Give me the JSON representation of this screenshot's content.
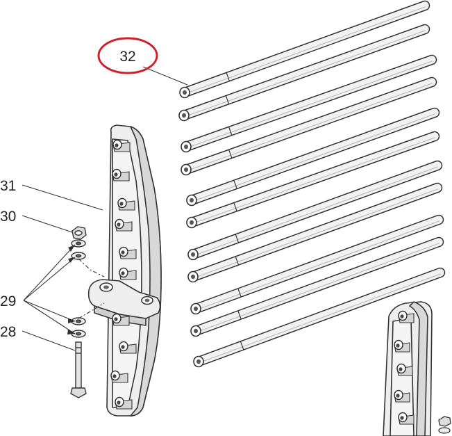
{
  "callouts": [
    {
      "id": "rods",
      "label": "32",
      "highlighted": true
    },
    {
      "id": "hinge-bracket",
      "label": "31"
    },
    {
      "id": "nut",
      "label": "30"
    },
    {
      "id": "washers",
      "label": "29"
    },
    {
      "id": "bolt",
      "label": "28"
    }
  ],
  "colors": {
    "line": "#333333",
    "part_fill": "#eeeeee",
    "shade": "#c8c8c8",
    "highlight": "#d0202a"
  }
}
